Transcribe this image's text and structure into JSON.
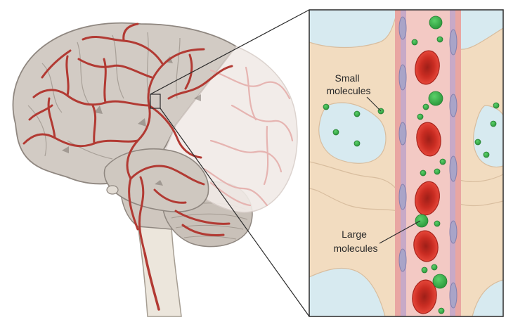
{
  "labels": {
    "small_line1": "Small",
    "small_line2": "molecules",
    "large_line1": "Large",
    "large_line2": "molecules"
  },
  "colors": {
    "brain_tissue": "#d2cbc4",
    "brain_outline": "#8f8780",
    "artery": "#b23a33",
    "vessel_wall": "#e9a6a2",
    "vessel_lumen": "#f3c9c4",
    "endothelial_nucleus": "#a9a4c8",
    "red_blood_cell": "#d83a2e",
    "astrocyte": "#f2dcc0",
    "interstitial": "#d7eaf0",
    "molecule": "#3aa84a",
    "frame": "#2b2b2b"
  },
  "icons": [
    "brain-illustration",
    "spinal-cord",
    "cerebellum",
    "zoom-box",
    "blood-vessel",
    "red-blood-cell",
    "molecule-dot"
  ]
}
